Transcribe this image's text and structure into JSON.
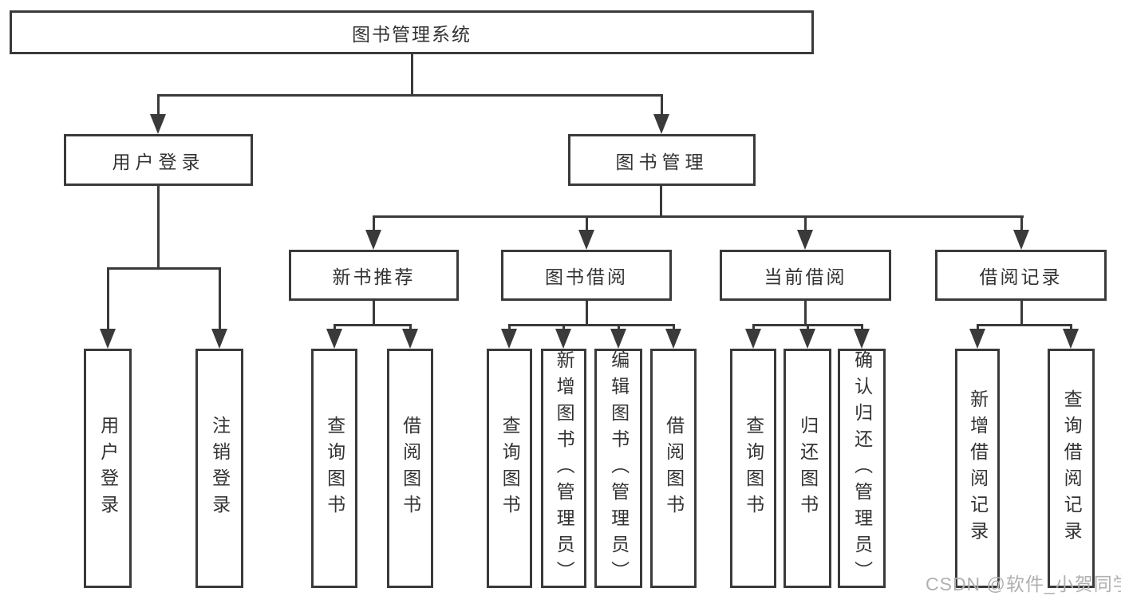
{
  "diagram": {
    "root": {
      "label": "图书管理系统"
    },
    "level2": [
      {
        "label": "用户登录"
      },
      {
        "label": "图书管理"
      }
    ],
    "level3": [
      {
        "label": "新书推荐"
      },
      {
        "label": "图书借阅"
      },
      {
        "label": "当前借阅"
      },
      {
        "label": "借阅记录"
      }
    ],
    "leaves": {
      "user_login": [
        {
          "label": "用户登录"
        },
        {
          "label": "注销登录"
        }
      ],
      "new_books": [
        {
          "label": "查询图书"
        },
        {
          "label": "借阅图书"
        }
      ],
      "book_borrow": [
        {
          "label": "查询图书"
        },
        {
          "label": "新增图书（管理员）"
        },
        {
          "label": "编辑图书（管理员）"
        },
        {
          "label": "借阅图书"
        }
      ],
      "current_borrow": [
        {
          "label": "查询图书"
        },
        {
          "label": "归还图书"
        },
        {
          "label": "确认归还（管理员）"
        }
      ],
      "borrow_records": [
        {
          "label": "新增借阅记录"
        },
        {
          "label": "查询借阅记录"
        }
      ]
    },
    "watermark": "CSDN @软件_小贺同学",
    "colors": {
      "line": "#3a3a3a",
      "text": "#333333",
      "watermark": "#b0b0b0",
      "background": "#ffffff"
    }
  }
}
